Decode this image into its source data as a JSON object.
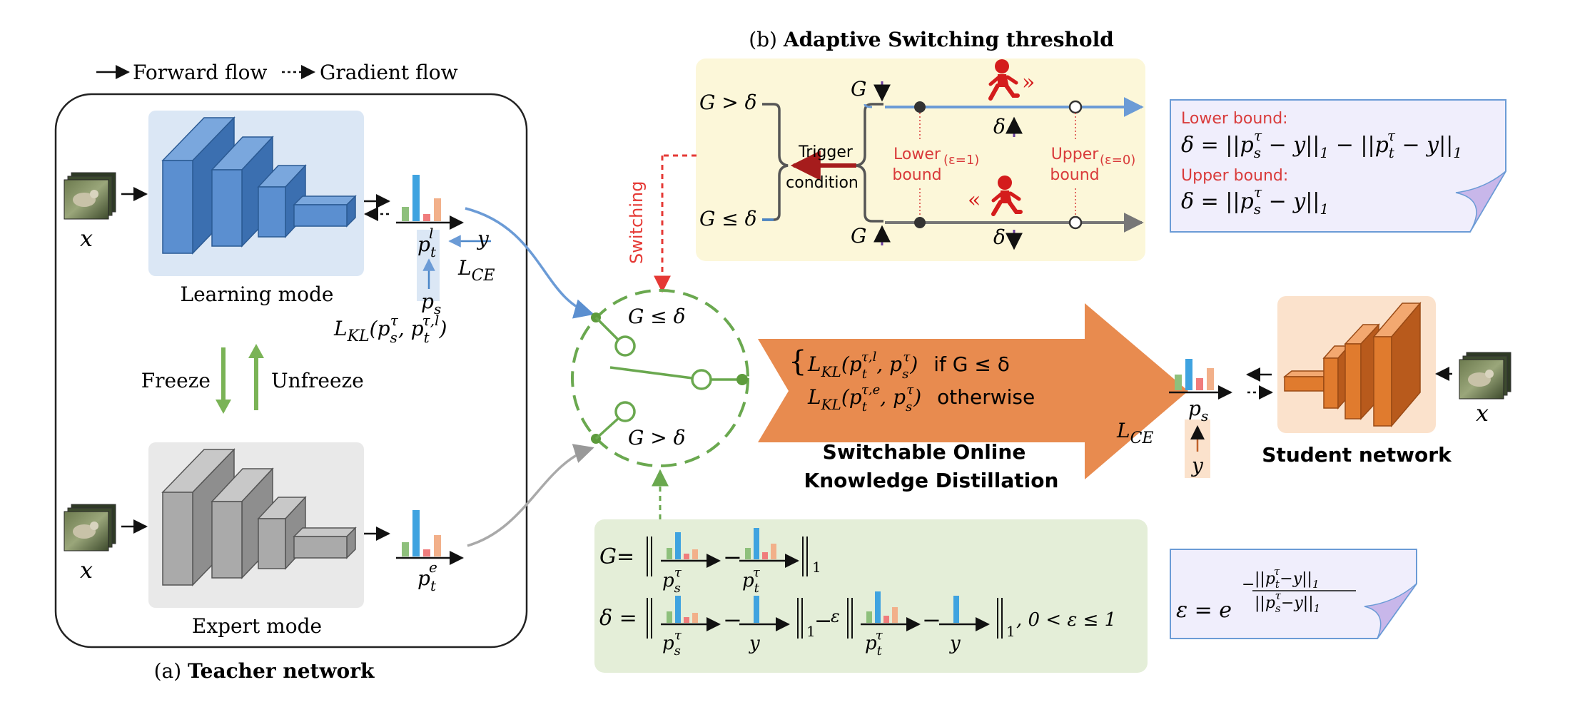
{
  "legend": {
    "forward": "Forward flow",
    "gradient": "Gradient flow"
  },
  "teacher": {
    "caption_prefix": "(a)",
    "caption_bold": "Teacher network",
    "learning_label": "Learning mode",
    "expert_label": "Expert mode",
    "freeze": "Freeze",
    "unfreeze": "Unfreeze",
    "input_x": "x",
    "pt_l": "p",
    "pt_l_sub": "t",
    "pt_l_sup": "l",
    "y": "y",
    "ps": "p",
    "ps_sub": "s",
    "lce": "L",
    "lce_sub": "CE",
    "lkl": "L",
    "lkl_sub": "KL",
    "lkl_args": "(p",
    "lkl_args_sup1": "τ",
    "lkl_args_sub1": "s",
    "lkl_args_mid": ", p",
    "lkl_args_sup2": "τ,l",
    "lkl_args_sub2": "t",
    "lkl_args_end": ")",
    "pt_e": "p",
    "pt_e_sub": "t",
    "pt_e_sup": "e"
  },
  "threshold": {
    "title_prefix": "(b)",
    "title_bold": "Adaptive Switching threshold",
    "g_gt": "G > δ",
    "g_le": "G ≤ δ",
    "trigger": "Trigger",
    "condition": "condition",
    "g_down": "G",
    "g_up": "G",
    "delta_up": "δ",
    "delta_down": "δ",
    "lower_bound": "Lower",
    "lower_bound2": "bound",
    "lower_eps": "(ε=1)",
    "upper_bound": "Upper",
    "upper_bound2": "bound",
    "upper_eps": "(ε=0)",
    "fast": "»",
    "slow": "«"
  },
  "bounds_note": {
    "lower_title": "Lower bound:",
    "lower_eq": "δ = ||p",
    "lower_eq_sup": "τ",
    "lower_eq_sub": "s",
    "lower_eq_mid": " − y||",
    "lower_eq_1": "1",
    "lower_eq_mid2": " − ||p",
    "lower_eq_sup2": "τ",
    "lower_eq_sub2": "t",
    "lower_eq_end": " − y||",
    "lower_eq_1b": "1",
    "upper_title": "Upper bound:",
    "upper_eq": "δ = ||p",
    "upper_eq_sup": "τ",
    "upper_eq_sub": "s",
    "upper_eq_end": " − y||",
    "upper_eq_1": "1"
  },
  "switch": {
    "switching_label": "Switching",
    "le": "G ≤ δ",
    "gt": "G > δ"
  },
  "distill": {
    "line1_L": "L",
    "line1_sub": "KL",
    "line1_args": "(p",
    "line1_sup1": "τ,l",
    "line1_sub1": "t",
    "line1_mid": ", p",
    "line1_sup2": "τ",
    "line1_sub2": "s",
    "line1_end": ")",
    "line1_cond": "if G ≤ δ",
    "line2_L": "L",
    "line2_sub": "KL",
    "line2_args": "(p",
    "line2_sup1": "τ,e",
    "line2_sub1": "t",
    "line2_mid": ", p",
    "line2_sup2": "τ",
    "line2_sub2": "s",
    "line2_end": ")",
    "line2_cond": "otherwise",
    "caption1": "Switchable Online",
    "caption2": "Knowledge Distillation"
  },
  "student": {
    "caption": "Student network",
    "ps": "p",
    "ps_sub": "s",
    "lce": "L",
    "lce_sub": "CE",
    "y": "y",
    "input_x": "x"
  },
  "gap_box": {
    "G_label": "G=",
    "ps": "p",
    "ps_sup": "τ",
    "ps_sub": "s",
    "pt": "p",
    "pt_sup": "τ",
    "pt_sub": "t",
    "norm_sub": "1",
    "delta_label": "δ =",
    "y": "y",
    "eps": "ε",
    "minus": "−",
    "range": ", 0 < ε ≤ 1"
  },
  "eps_note": {
    "lhs": "ε = e",
    "num": "||p",
    "num_sup": "τ",
    "num_sub": "t",
    "num_end": "−y||",
    "num_1": "1",
    "den": "||p",
    "den_sup": "τ",
    "den_sub": "s",
    "den_end": "−y||",
    "den_1": "1"
  },
  "colors": {
    "blue_net": "#4a86c8",
    "gray_net": "#a9a9a9",
    "orange_net": "#e07b2e",
    "green_dash": "#6aa84f",
    "red_dash": "#e53935",
    "dark_red": "#a61c1c",
    "yellow_bg": "#fcf7d9",
    "green_bg": "#e4eed8",
    "blue_bg": "#dbe7f5",
    "gray_bg": "#e9e9e9",
    "peach_bg": "#fbe2cc",
    "lavender": "#f0eefc",
    "orange_arrow": "#e88b4f"
  }
}
